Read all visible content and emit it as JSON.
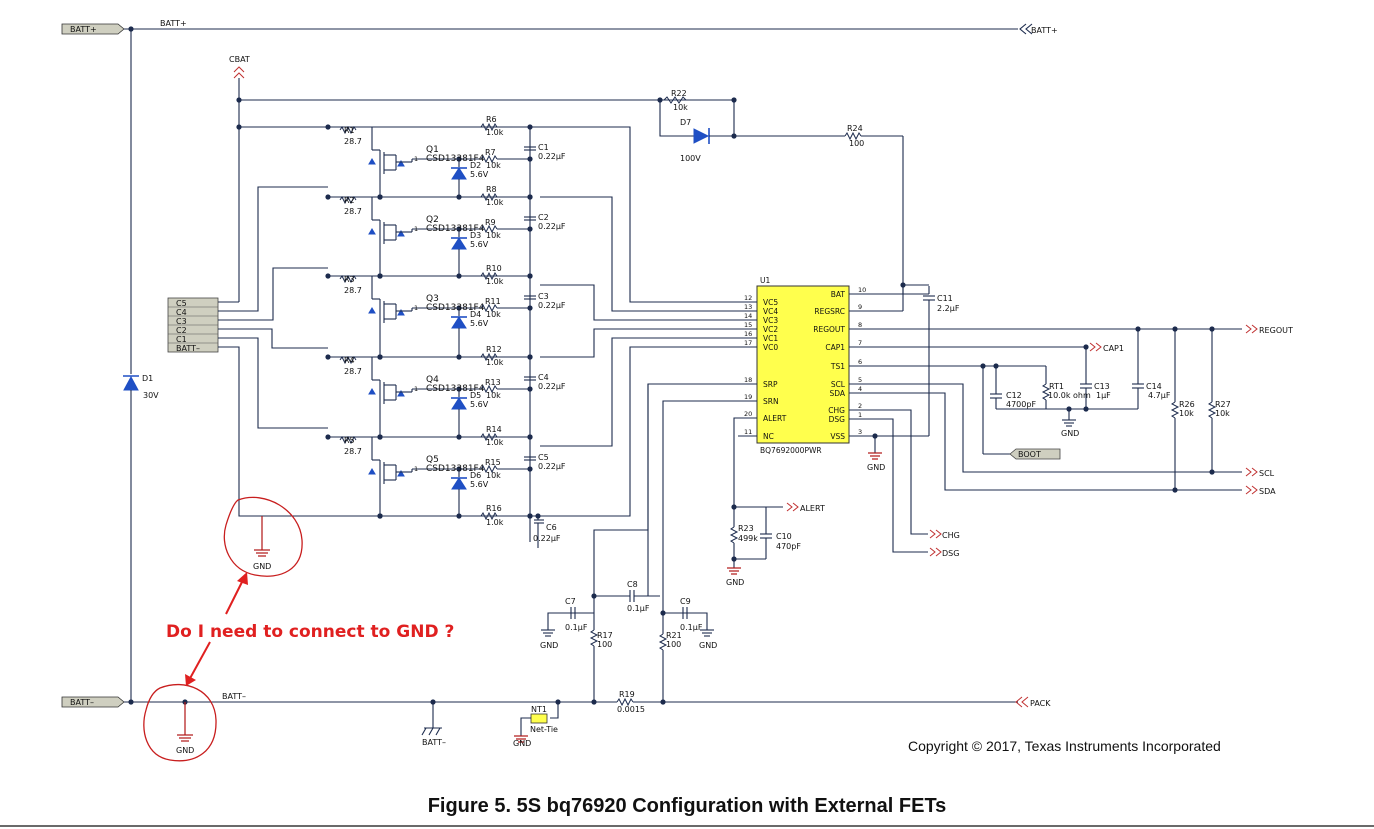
{
  "nets": {
    "batt_plus": "BATT+",
    "batt_minus": "BATT–",
    "cbat": "CBAT",
    "regout": "REGOUT",
    "cap1": "CAP1",
    "scl": "SCL",
    "sda": "SDA",
    "alert": "ALERT",
    "chg": "CHG",
    "dsg": "DSG",
    "pack": "PACK",
    "boot": "BOOT",
    "gnd": "GND"
  },
  "connector_pins": [
    "C5",
    "C4",
    "C3",
    "C2",
    "C1",
    "BATT–"
  ],
  "cells": [
    {
      "r_gate": "R1",
      "r_gate_val": "28.7",
      "fet": "Q1",
      "fet_part": "CSD13381F4",
      "r_gs": "R7",
      "r_gs_val": "10k",
      "zener": "D2",
      "zener_val": "5.6V",
      "r_flt": "R6",
      "r_flt_val": "1.0k",
      "cap": "C1",
      "cap_val": "0.22µF"
    },
    {
      "r_gate": "R2",
      "r_gate_val": "28.7",
      "fet": "Q2",
      "fet_part": "CSD13381F4",
      "r_gs": "R9",
      "r_gs_val": "10k",
      "zener": "D3",
      "zener_val": "5.6V",
      "r_flt": "R8",
      "r_flt_val": "1.0k",
      "cap": "C2",
      "cap_val": "0.22µF"
    },
    {
      "r_gate": "R3",
      "r_gate_val": "28.7",
      "fet": "Q3",
      "fet_part": "CSD13381F4",
      "r_gs": "R11",
      "r_gs_val": "10k",
      "zener": "D4",
      "zener_val": "5.6V",
      "r_flt": "R10",
      "r_flt_val": "1.0k",
      "cap": "C3",
      "cap_val": "0.22µF"
    },
    {
      "r_gate": "R4",
      "r_gate_val": "28.7",
      "fet": "Q4",
      "fet_part": "CSD13381F4",
      "r_gs": "R13",
      "r_gs_val": "10k",
      "zener": "D5",
      "zener_val": "5.6V",
      "r_flt": "R12",
      "r_flt_val": "1.0k",
      "cap": "C4",
      "cap_val": "0.22µF"
    },
    {
      "r_gate": "R5",
      "r_gate_val": "28.7",
      "fet": "Q5",
      "fet_part": "CSD13381F4",
      "r_gs": "R15",
      "r_gs_val": "10k",
      "zener": "D6",
      "zener_val": "5.6V",
      "r_flt": "R14",
      "r_flt_val": "1.0k",
      "cap": "C5",
      "cap_val": "0.22µF"
    }
  ],
  "parts": {
    "r16": "R16",
    "r16_val": "1.0k",
    "c6": "C6",
    "c6_val": "0.22µF",
    "d1": "D1",
    "d1_val": "30V",
    "r22": "R22",
    "r22_val": "10k",
    "d7": "D7",
    "d7_val": "100V",
    "r24": "R24",
    "r24_val": "100",
    "c11": "C11",
    "c11_val": "2.2µF",
    "c12": "C12",
    "c12_val": "4700pF",
    "rt1": "RT1",
    "rt1_val": "10.0k ohm",
    "c13": "C13",
    "c13_val": "1µF",
    "c14": "C14",
    "c14_val": "4.7µF",
    "r26": "R26",
    "r26_val": "10k",
    "r27": "R27",
    "r27_val": "10k",
    "r23": "R23",
    "r23_val": "499k",
    "c10": "C10",
    "c10_val": "470pF",
    "c7": "C7",
    "c7_val": "0.1µF",
    "c8": "C8",
    "c8_val": "0.1µF",
    "c9": "C9",
    "c9_val": "0.1µF",
    "r17": "R17",
    "r17_val": "100",
    "r21": "R21",
    "r21_val": "100",
    "r19": "R19",
    "r19_val": "0.0015",
    "nt1": "NT1",
    "nt1_val": "Net-Tie"
  },
  "ic": {
    "ref": "U1",
    "part": "BQ7692000PWR",
    "left_pins": [
      {
        "num": "12",
        "name": "VC5"
      },
      {
        "num": "13",
        "name": "VC4"
      },
      {
        "num": "14",
        "name": "VC3"
      },
      {
        "num": "15",
        "name": "VC2"
      },
      {
        "num": "16",
        "name": "VC1"
      },
      {
        "num": "17",
        "name": "VC0"
      },
      {
        "num": "18",
        "name": "SRP"
      },
      {
        "num": "19",
        "name": "SRN"
      },
      {
        "num": "20",
        "name": "ALERT"
      },
      {
        "num": "11",
        "name": "NC"
      }
    ],
    "right_pins": [
      {
        "num": "10",
        "name": "BAT"
      },
      {
        "num": "9",
        "name": "REGSRC"
      },
      {
        "num": "8",
        "name": "REGOUT"
      },
      {
        "num": "7",
        "name": "CAP1"
      },
      {
        "num": "6",
        "name": "TS1"
      },
      {
        "num": "5",
        "name": "SCL"
      },
      {
        "num": "4",
        "name": "SDA"
      },
      {
        "num": "2",
        "name": "CHG"
      },
      {
        "num": "1",
        "name": "DSG"
      },
      {
        "num": "3",
        "name": "VSS"
      }
    ]
  },
  "annotation": "Do I need to connect to GND ?",
  "copyright": "Copyright © 2017, Texas Instruments Incorporated",
  "caption": "Figure 5. 5S bq76920 Configuration with External FETs"
}
